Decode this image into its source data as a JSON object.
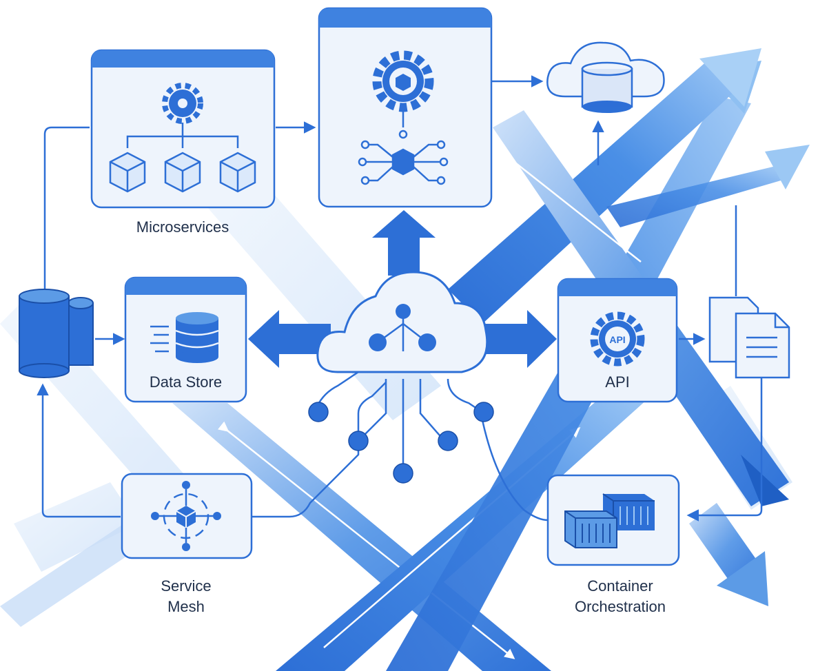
{
  "diagram": {
    "nodes": {
      "microservices": {
        "label": "Microservices",
        "icon": "gear-cubes-icon"
      },
      "orchestrator_hub": {
        "label": "",
        "icon": "gear-cube-network-icon"
      },
      "cloud_storage": {
        "label": "",
        "icon": "cloud-database-icon"
      },
      "database_cluster": {
        "label": "",
        "icon": "database-cylinders-icon"
      },
      "data_store": {
        "label": "Data Store",
        "icon": "database-icon"
      },
      "central_cloud": {
        "label": "",
        "icon": "cloud-network-icon"
      },
      "api": {
        "label": "API",
        "icon_text": "API",
        "icon": "api-gear-icon"
      },
      "documents": {
        "label": "",
        "icon": "documents-icon"
      },
      "service_mesh": {
        "label": "Service\nMesh",
        "icon": "mesh-cube-icon"
      },
      "container_orchestration": {
        "label": "Container\nOrchestration",
        "icon": "containers-icon"
      }
    },
    "colors": {
      "primary": "#2d6fd6",
      "dark": "#1f5fc4",
      "card_fill": "#eef4fc",
      "header": "#3f82e0",
      "text": "#1f2f4a"
    }
  }
}
